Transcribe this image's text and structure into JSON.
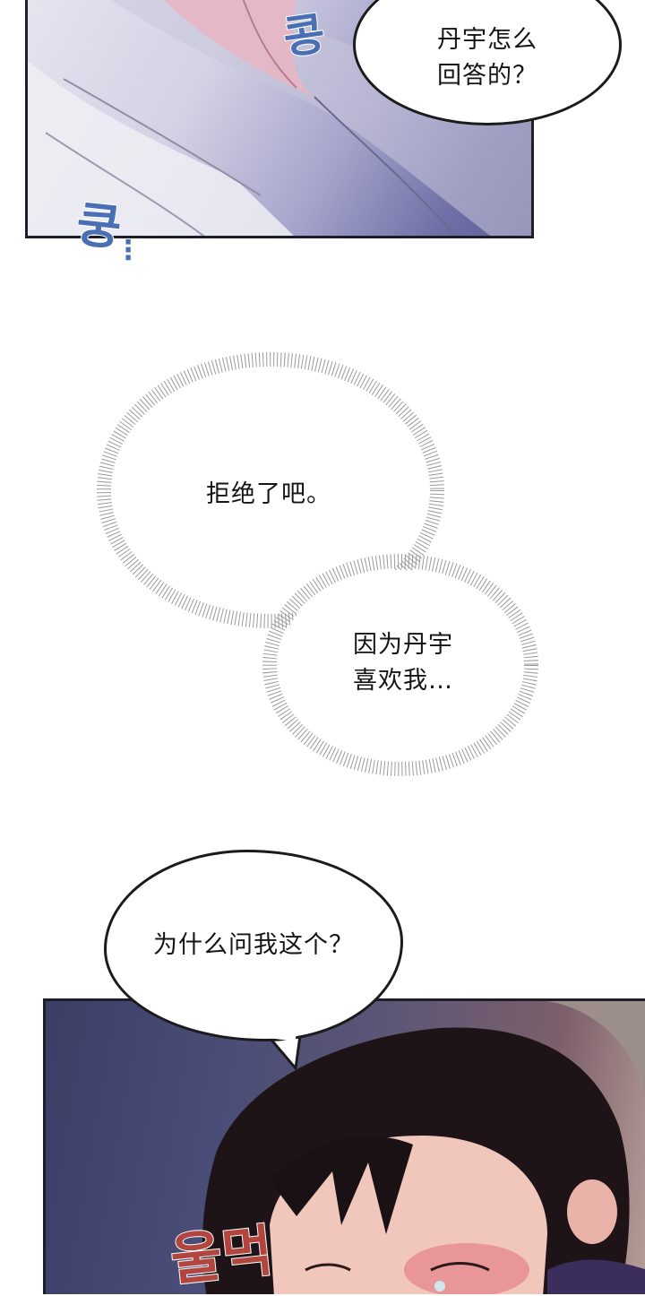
{
  "panels": {
    "top": {
      "speech": "丹宇怎么\n回答的？",
      "sfx_upper": "콩",
      "sfx_lower": "쿵",
      "sfx_dots": "⋮"
    },
    "middle": {
      "thought_1": "拒绝了吧。",
      "thought_2": "因为丹宇\n喜欢我…"
    },
    "bottom": {
      "speech": "为什么问我这个？",
      "sfx": "울먹"
    }
  },
  "colors": {
    "bubble_border": "#1b1b1b",
    "sfx_blue": "#4a6fb5",
    "sfx_red": "#b2463f"
  }
}
